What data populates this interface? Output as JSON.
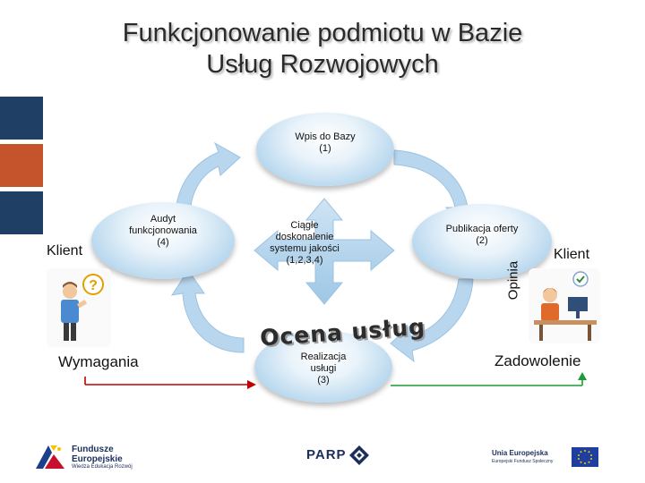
{
  "title": {
    "line1": "Funkcjonowanie podmiotu w Bazie",
    "line2": "Usług Rozwojowych"
  },
  "colors": {
    "block_dark_blue": "#1f3f64",
    "block_orange": "#c5532b",
    "ellipse_blue": "#b7d7ee",
    "arrow_blue": "#b8d6ee",
    "arrow_red": "#c00000",
    "arrow_green": "#1d9c35"
  },
  "nodes": {
    "wpis": "Wpis do Bazy\n(1)",
    "publikacja": "Publikacja oferty\n(2)",
    "realizacja": "Realizacja\nusługi\n(3)",
    "audyt": "Audyt\nfunkcjonowania\n(4)",
    "center": "Ciągłe\ndoskonalenie\nsystemu jakości\n(1,2,3,4)"
  },
  "labels": {
    "ocena": "Ocena usług",
    "klient_left": "Klient",
    "klient_right": "Klient",
    "opinia": "Opinia",
    "wymagania": "Wymagania",
    "zadowolenie": "Zadowolenie"
  },
  "icons": {
    "person_left": "confused-person-icon",
    "person_right": "satisfied-person-icon"
  },
  "logos": {
    "fe_line1": "Fundusze",
    "fe_line2": "Europejskie",
    "fe_sub": "Wiedza Edukacja Rozwój",
    "parp": "PARP",
    "ue_line1": "Unia Europejska",
    "ue_sub": "Europejski Fundusz Społeczny"
  }
}
